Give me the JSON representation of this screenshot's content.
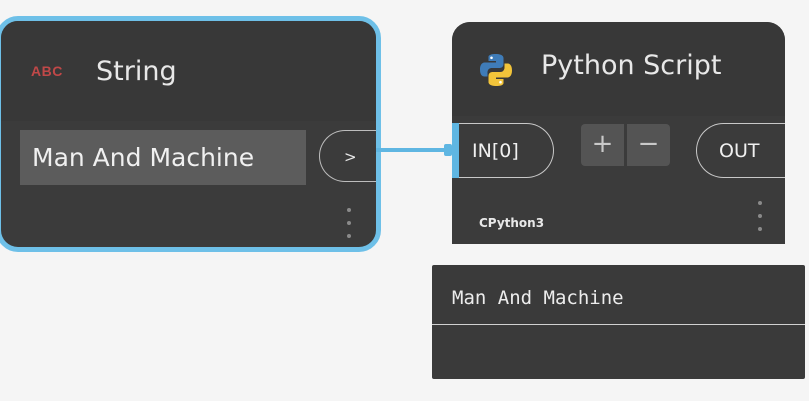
{
  "string_node": {
    "icon_text": "ABC",
    "title": "String",
    "value": "Man And Machine",
    "output_port_label": ">"
  },
  "python_node": {
    "title": "Python Script",
    "input_port_label": "IN[0]",
    "add_input_label": "+",
    "remove_input_label": "−",
    "output_port_label": "OUT",
    "engine": "CPython3"
  },
  "preview": {
    "value": "Man And Machine"
  },
  "colors": {
    "selection_border": "#6ec0e8",
    "node_body": "#3b3b3b",
    "connector": "#5fb6e2",
    "abc_icon": "#c04848",
    "canvas": "#f5f5f5"
  }
}
